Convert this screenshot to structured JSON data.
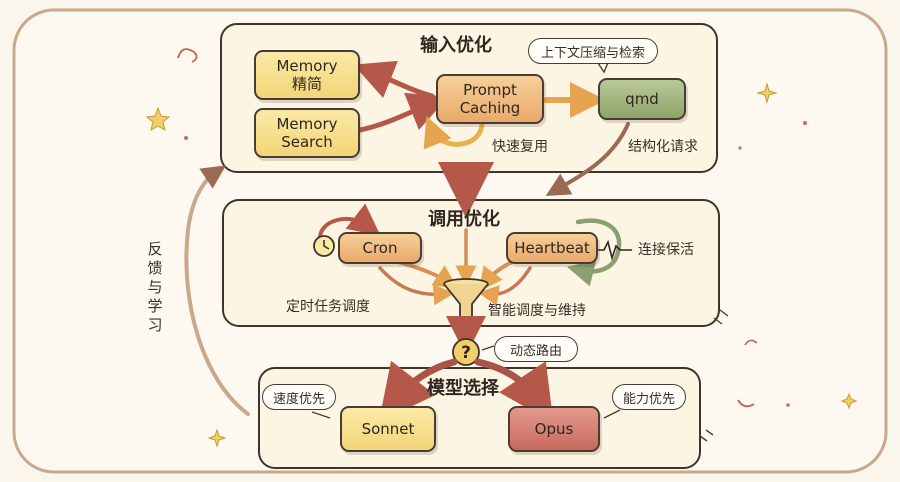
{
  "sections": {
    "input": {
      "title": "输入优化"
    },
    "scheduling": {
      "title": "调用优化"
    },
    "model": {
      "title": "模型选择"
    }
  },
  "nodes": {
    "memory_simplify": "Memory\n精简",
    "memory_search": "Memory\nSearch",
    "prompt_caching": "Prompt\nCaching",
    "qmd": "qmd",
    "cron": "Cron",
    "heartbeat": "Heartbeat",
    "sonnet": "Sonnet",
    "opus": "Opus"
  },
  "labels": {
    "context_bubble": "上下文压缩与检索",
    "quick_reuse": "快速复用",
    "structured_request": "结构化请求",
    "keep_alive": "连接保活",
    "scheduled_tasks": "定时任务调度",
    "smart_scheduling": "智能调度与维持",
    "dynamic_routing": "动态路由",
    "speed_first": "速度优先",
    "capability_first": "能力优先",
    "feedback": "反馈与学习"
  },
  "colors": {
    "paper": "#fbf6ec",
    "panel": "#fcf5e3",
    "ink": "#4a3c32",
    "arrow_red": "#b5584a",
    "arrow_orange": "#e7a450",
    "arrow_green": "#8aa070",
    "node_yellow": "#f2d578",
    "node_orange": "#e9a96a",
    "node_green": "#8ea468",
    "node_red": "#c86a5e"
  }
}
